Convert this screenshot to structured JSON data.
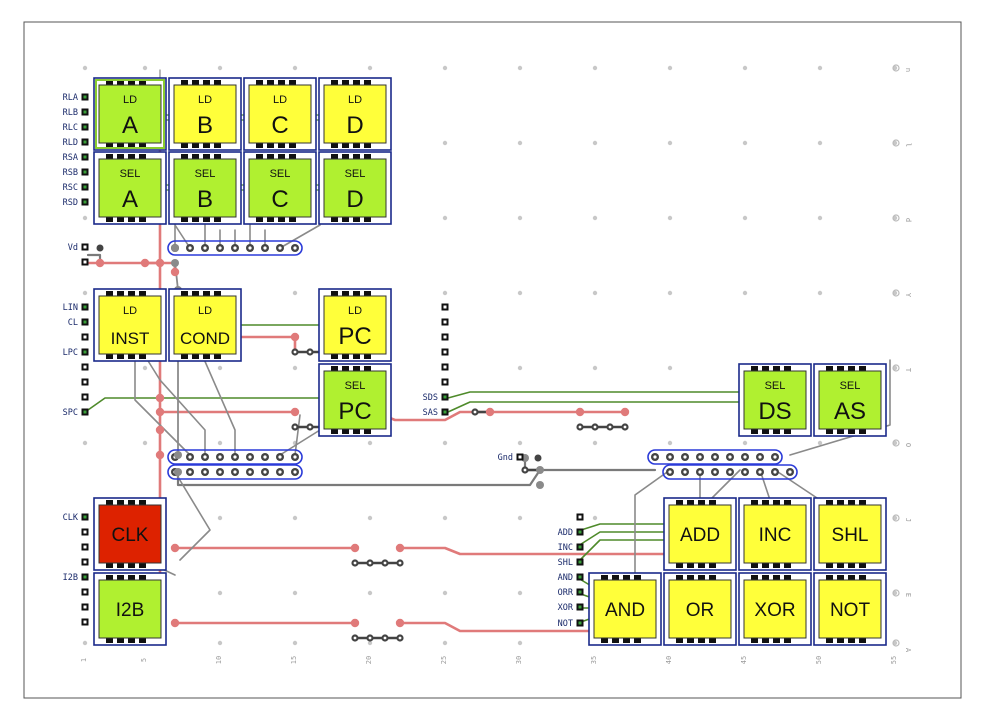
{
  "colors": {
    "wire_red": "#e07a7a",
    "wire_green": "#4e8a2a",
    "wire_gray": "#8a8a8a",
    "wire_darkgray": "#7a7a7a",
    "block_yellow": "#ffff3a",
    "block_green": "#b0f030",
    "block_red": "#dd2200",
    "block_border": "#1a2a8a",
    "bus_blue": "#2a3ad8",
    "label_blue": "#1a2a6a",
    "pin_green": "#3aa03a"
  },
  "blocks": [
    {
      "id": "ld-a",
      "small": "LD",
      "big": "A",
      "fill": "green"
    },
    {
      "id": "ld-b",
      "small": "LD",
      "big": "B",
      "fill": "yellow"
    },
    {
      "id": "ld-c",
      "small": "LD",
      "big": "C",
      "fill": "yellow"
    },
    {
      "id": "ld-d",
      "small": "LD",
      "big": "D",
      "fill": "yellow"
    },
    {
      "id": "sel-a",
      "small": "SEL",
      "big": "A",
      "fill": "green"
    },
    {
      "id": "sel-b",
      "small": "SEL",
      "big": "B",
      "fill": "green"
    },
    {
      "id": "sel-c",
      "small": "SEL",
      "big": "C",
      "fill": "green"
    },
    {
      "id": "sel-d",
      "small": "SEL",
      "big": "D",
      "fill": "green"
    },
    {
      "id": "ld-inst",
      "small": "LD",
      "big": "INST",
      "fill": "yellow"
    },
    {
      "id": "ld-cond",
      "small": "LD",
      "big": "COND",
      "fill": "yellow"
    },
    {
      "id": "ld-pc",
      "small": "LD",
      "big": "PC",
      "fill": "yellow"
    },
    {
      "id": "sel-pc",
      "small": "SEL",
      "big": "PC",
      "fill": "green"
    },
    {
      "id": "sel-ds",
      "small": "SEL",
      "big": "DS",
      "fill": "green"
    },
    {
      "id": "sel-as",
      "small": "SEL",
      "big": "AS",
      "fill": "green"
    },
    {
      "id": "clk",
      "small": "",
      "big": "CLK",
      "fill": "red"
    },
    {
      "id": "i2b",
      "small": "",
      "big": "I2B",
      "fill": "green"
    },
    {
      "id": "add",
      "small": "",
      "big": "ADD",
      "fill": "yellow"
    },
    {
      "id": "inc",
      "small": "",
      "big": "INC",
      "fill": "yellow"
    },
    {
      "id": "shl",
      "small": "",
      "big": "SHL",
      "fill": "yellow"
    },
    {
      "id": "and",
      "small": "",
      "big": "AND",
      "fill": "yellow"
    },
    {
      "id": "or",
      "small": "",
      "big": "OR",
      "fill": "yellow"
    },
    {
      "id": "xor",
      "small": "",
      "big": "XOR",
      "fill": "yellow"
    },
    {
      "id": "not",
      "small": "",
      "big": "NOT",
      "fill": "yellow"
    }
  ],
  "pin_labels": [
    "RLA",
    "RLB",
    "RLC",
    "RLD",
    "RSA",
    "RSB",
    "RSC",
    "RSD",
    "Vd",
    "LIN",
    "CL",
    "LPC",
    "SPC",
    "CLK",
    "I2B",
    "SDS",
    "SAS",
    "Gnd",
    "ADD",
    "INC",
    "SHL",
    "AND",
    "ORR",
    "XOR",
    "NOT"
  ],
  "column_numbers": [
    "1",
    "5",
    "10",
    "15",
    "20",
    "25",
    "30",
    "35",
    "40",
    "45",
    "50",
    "55"
  ],
  "row_letters": [
    "n",
    "l",
    "d",
    "Y",
    "T",
    "O",
    "J",
    "E",
    "A"
  ]
}
